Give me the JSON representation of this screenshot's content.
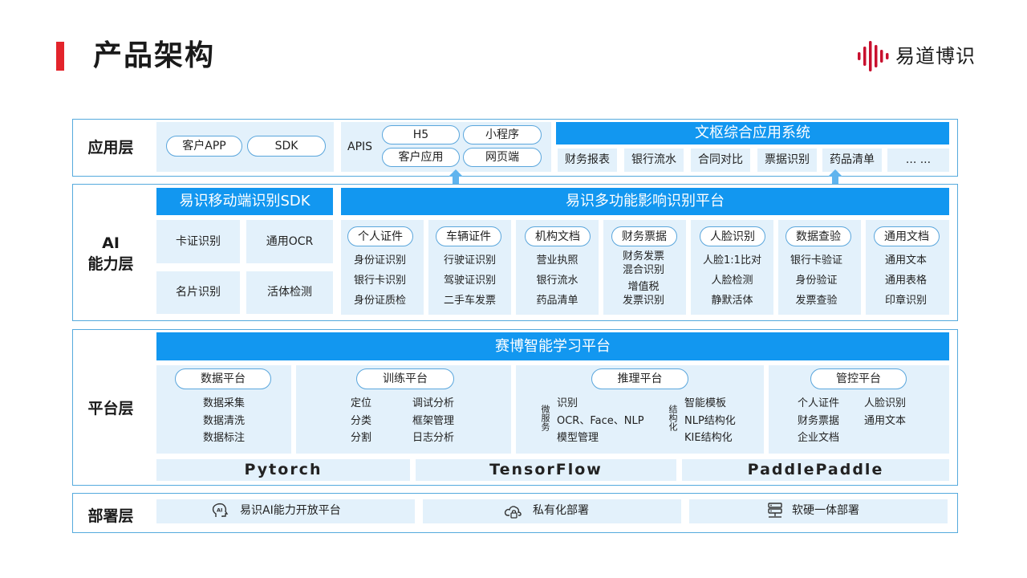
{
  "title": "产品架构",
  "logo": {
    "text": "易道博识",
    "accent": "#c8102e"
  },
  "colors": {
    "primary": "#1297f0",
    "light": "#e3f1fb",
    "border": "#55aadd",
    "red": "#e3242b"
  },
  "app_layer": {
    "label": "应用层",
    "left_pills": [
      "客户APP",
      "SDK"
    ],
    "apis_label": "APIS",
    "api_pills": [
      "H5",
      "小程序",
      "客户应用",
      "网页端"
    ],
    "system_title": "文枢综合应用系统",
    "system_items": [
      "财务报表",
      "银行流水",
      "合同对比",
      "票据识别",
      "药品清单",
      "... ..."
    ]
  },
  "ai_layer": {
    "label_line1": "AI",
    "label_line2": "能力层",
    "sdk_title": "易识移动端识别SDK",
    "sdk_items": [
      "卡证识别",
      "通用OCR",
      "名片识别",
      "活体检测"
    ],
    "platform_title": "易识多功能影响识别平台",
    "columns": [
      {
        "title": "个人证件",
        "items": [
          "身份证识别",
          "银行卡识别",
          "身份证质检"
        ]
      },
      {
        "title": "车辆证件",
        "items": [
          "行驶证识别",
          "驾驶证识别",
          "二手车发票"
        ]
      },
      {
        "title": "机构文档",
        "items": [
          "营业执照",
          "银行流水",
          "药品清单"
        ]
      },
      {
        "title": "财务票据",
        "items": [
          "财务发票",
          "混合识别",
          "增值税",
          "发票识别"
        ]
      },
      {
        "title": "人脸识别",
        "items": [
          "人脸1:1比对",
          "人脸检测",
          "静默活体"
        ]
      },
      {
        "title": "数据查验",
        "items": [
          "银行卡验证",
          "身份验证",
          "发票查验"
        ]
      },
      {
        "title": "通用文档",
        "items": [
          "通用文本",
          "通用表格",
          "印章识别"
        ]
      }
    ]
  },
  "platform_layer": {
    "label": "平台层",
    "title": "赛博智能学习平台",
    "data_platform": {
      "title": "数据平台",
      "items": [
        "数据采集",
        "数据清洗",
        "数据标注"
      ]
    },
    "train_platform": {
      "title": "训练平台",
      "col1": [
        "定位",
        "分类",
        "分割"
      ],
      "col2": [
        "调试分析",
        "框架管理",
        "日志分析"
      ]
    },
    "infer_platform": {
      "title": "推理平台",
      "side1": "微服务",
      "col1": [
        "识别",
        "OCR、Face、NLP",
        "模型管理"
      ],
      "side2": "结构化",
      "col2": [
        "智能模板",
        "NLP结构化",
        "KIE结构化"
      ]
    },
    "control_platform": {
      "title": "管控平台",
      "col1": [
        "个人证件",
        "财务票据",
        "企业文档"
      ],
      "col2": [
        "人脸识别",
        "通用文本"
      ]
    },
    "frameworks": [
      "Pytorch",
      "TensorFlow",
      "PaddlePaddle"
    ]
  },
  "deploy_layer": {
    "label": "部署层",
    "items": [
      {
        "icon": "ai-head-icon",
        "label": "易识AI能力开放平台"
      },
      {
        "icon": "cloud-lock-icon",
        "label": "私有化部署"
      },
      {
        "icon": "server-icon",
        "label": "软硬一体部署"
      }
    ]
  }
}
